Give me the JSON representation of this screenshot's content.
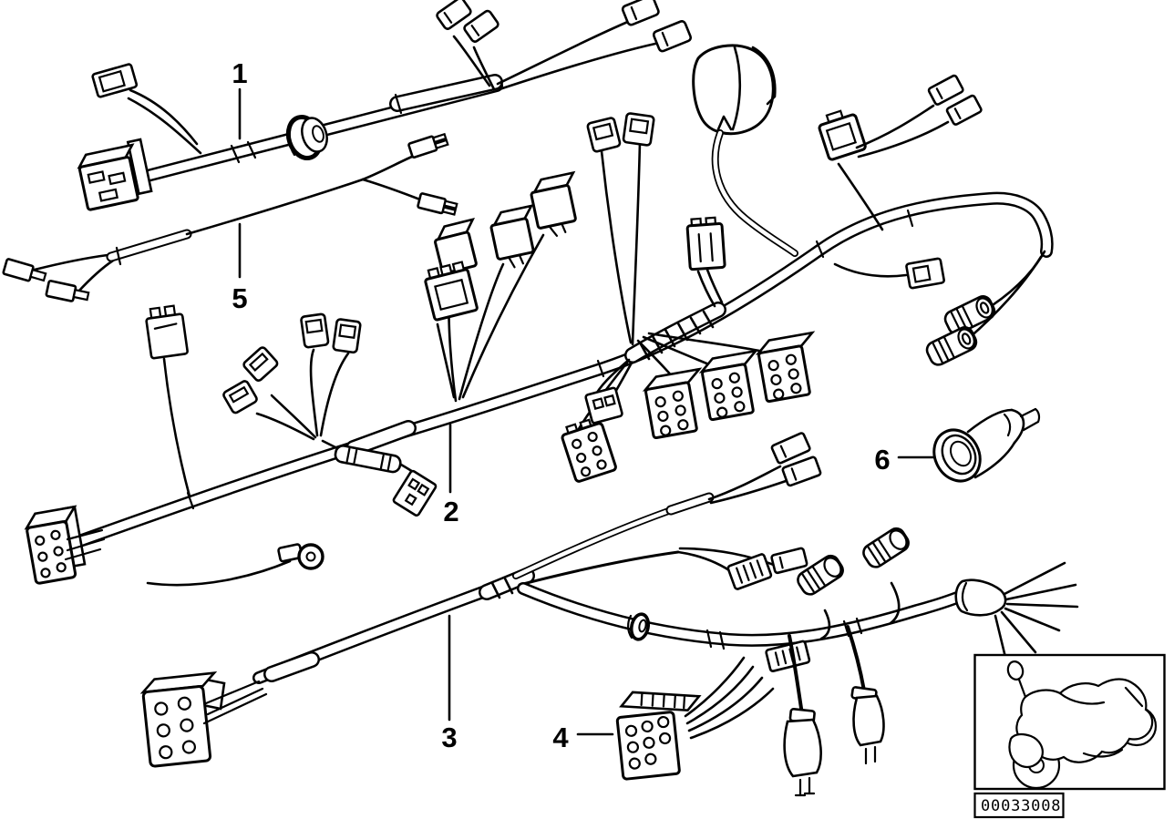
{
  "diagram": {
    "description": "Exploded line-art parts diagram of motorcycle engine wiring harnesses",
    "style": {
      "background": "#ffffff",
      "line_color": "#000000"
    },
    "callouts": [
      {
        "label": "1"
      },
      {
        "label": "2"
      },
      {
        "label": "3"
      },
      {
        "label": "4"
      },
      {
        "label": "5"
      },
      {
        "label": "6"
      }
    ],
    "stamp": {
      "icon": "motorcycle-icon",
      "part_number": "00033008"
    }
  }
}
